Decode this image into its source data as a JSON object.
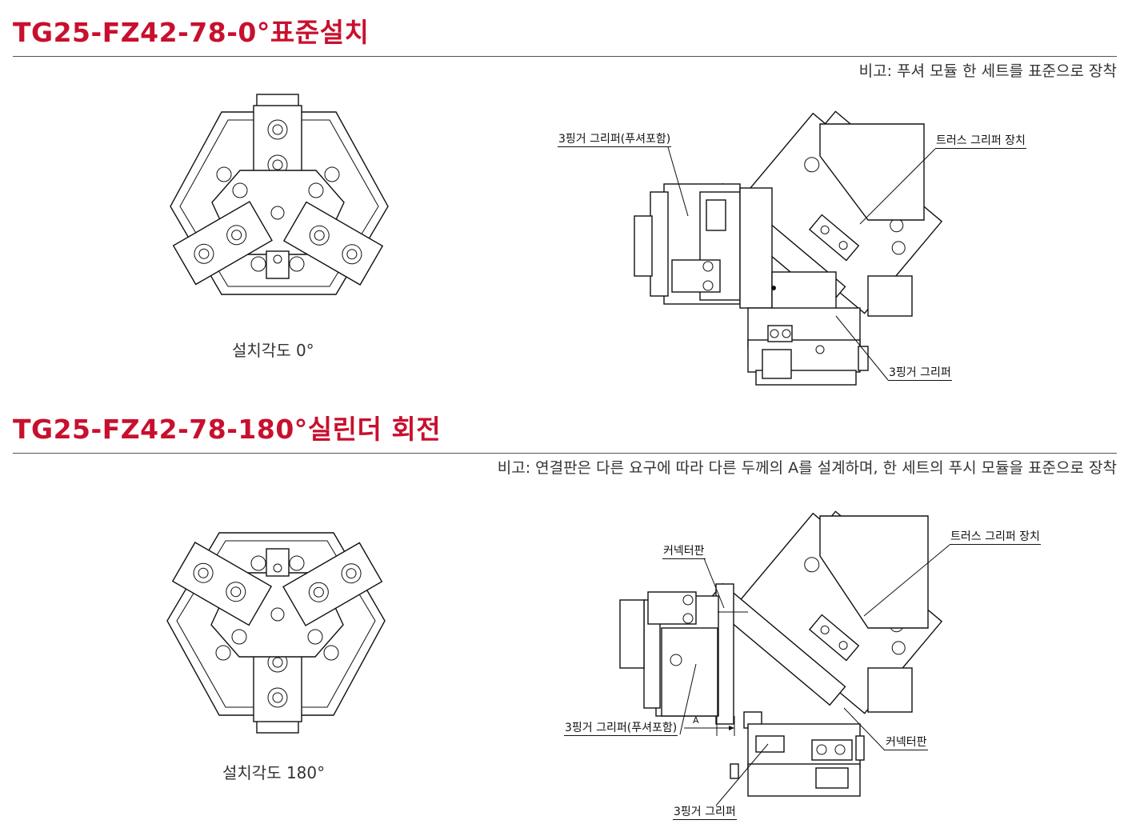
{
  "section1": {
    "title": "TG25-FZ42-78-0°표준설치",
    "note": "비고: 푸셔 모듈 한 세트를 표준으로 장착",
    "caption": "설치각도 0°",
    "callouts": {
      "gripper_with_pusher": "3핑거 그리퍼(푸셔포함)",
      "truss_gripper_device": "트러스 그리퍼 장치",
      "gripper": "3핑거 그리퍼"
    }
  },
  "section2": {
    "title": "TG25-FZ42-78-180°실린더 회전",
    "note": "비고: 연결판은 다른 요구에 따라 다른 두께의 A를 설계하며, 한 세트의 푸시 모듈을 표준으로 장착",
    "caption": "설치각도 180°",
    "callouts": {
      "connector_plate_top": "커넥터판",
      "truss_gripper_device": "트러스 그리퍼 장치",
      "gripper_with_pusher": "3핑거 그리퍼(푸셔포함)",
      "dimension_a": "A",
      "connector_plate_bottom": "커넥터판",
      "gripper": "3핑거 그리퍼"
    }
  },
  "colors": {
    "title_red": "#c8102e",
    "rule_gray": "#555555",
    "line_black": "#111111"
  }
}
